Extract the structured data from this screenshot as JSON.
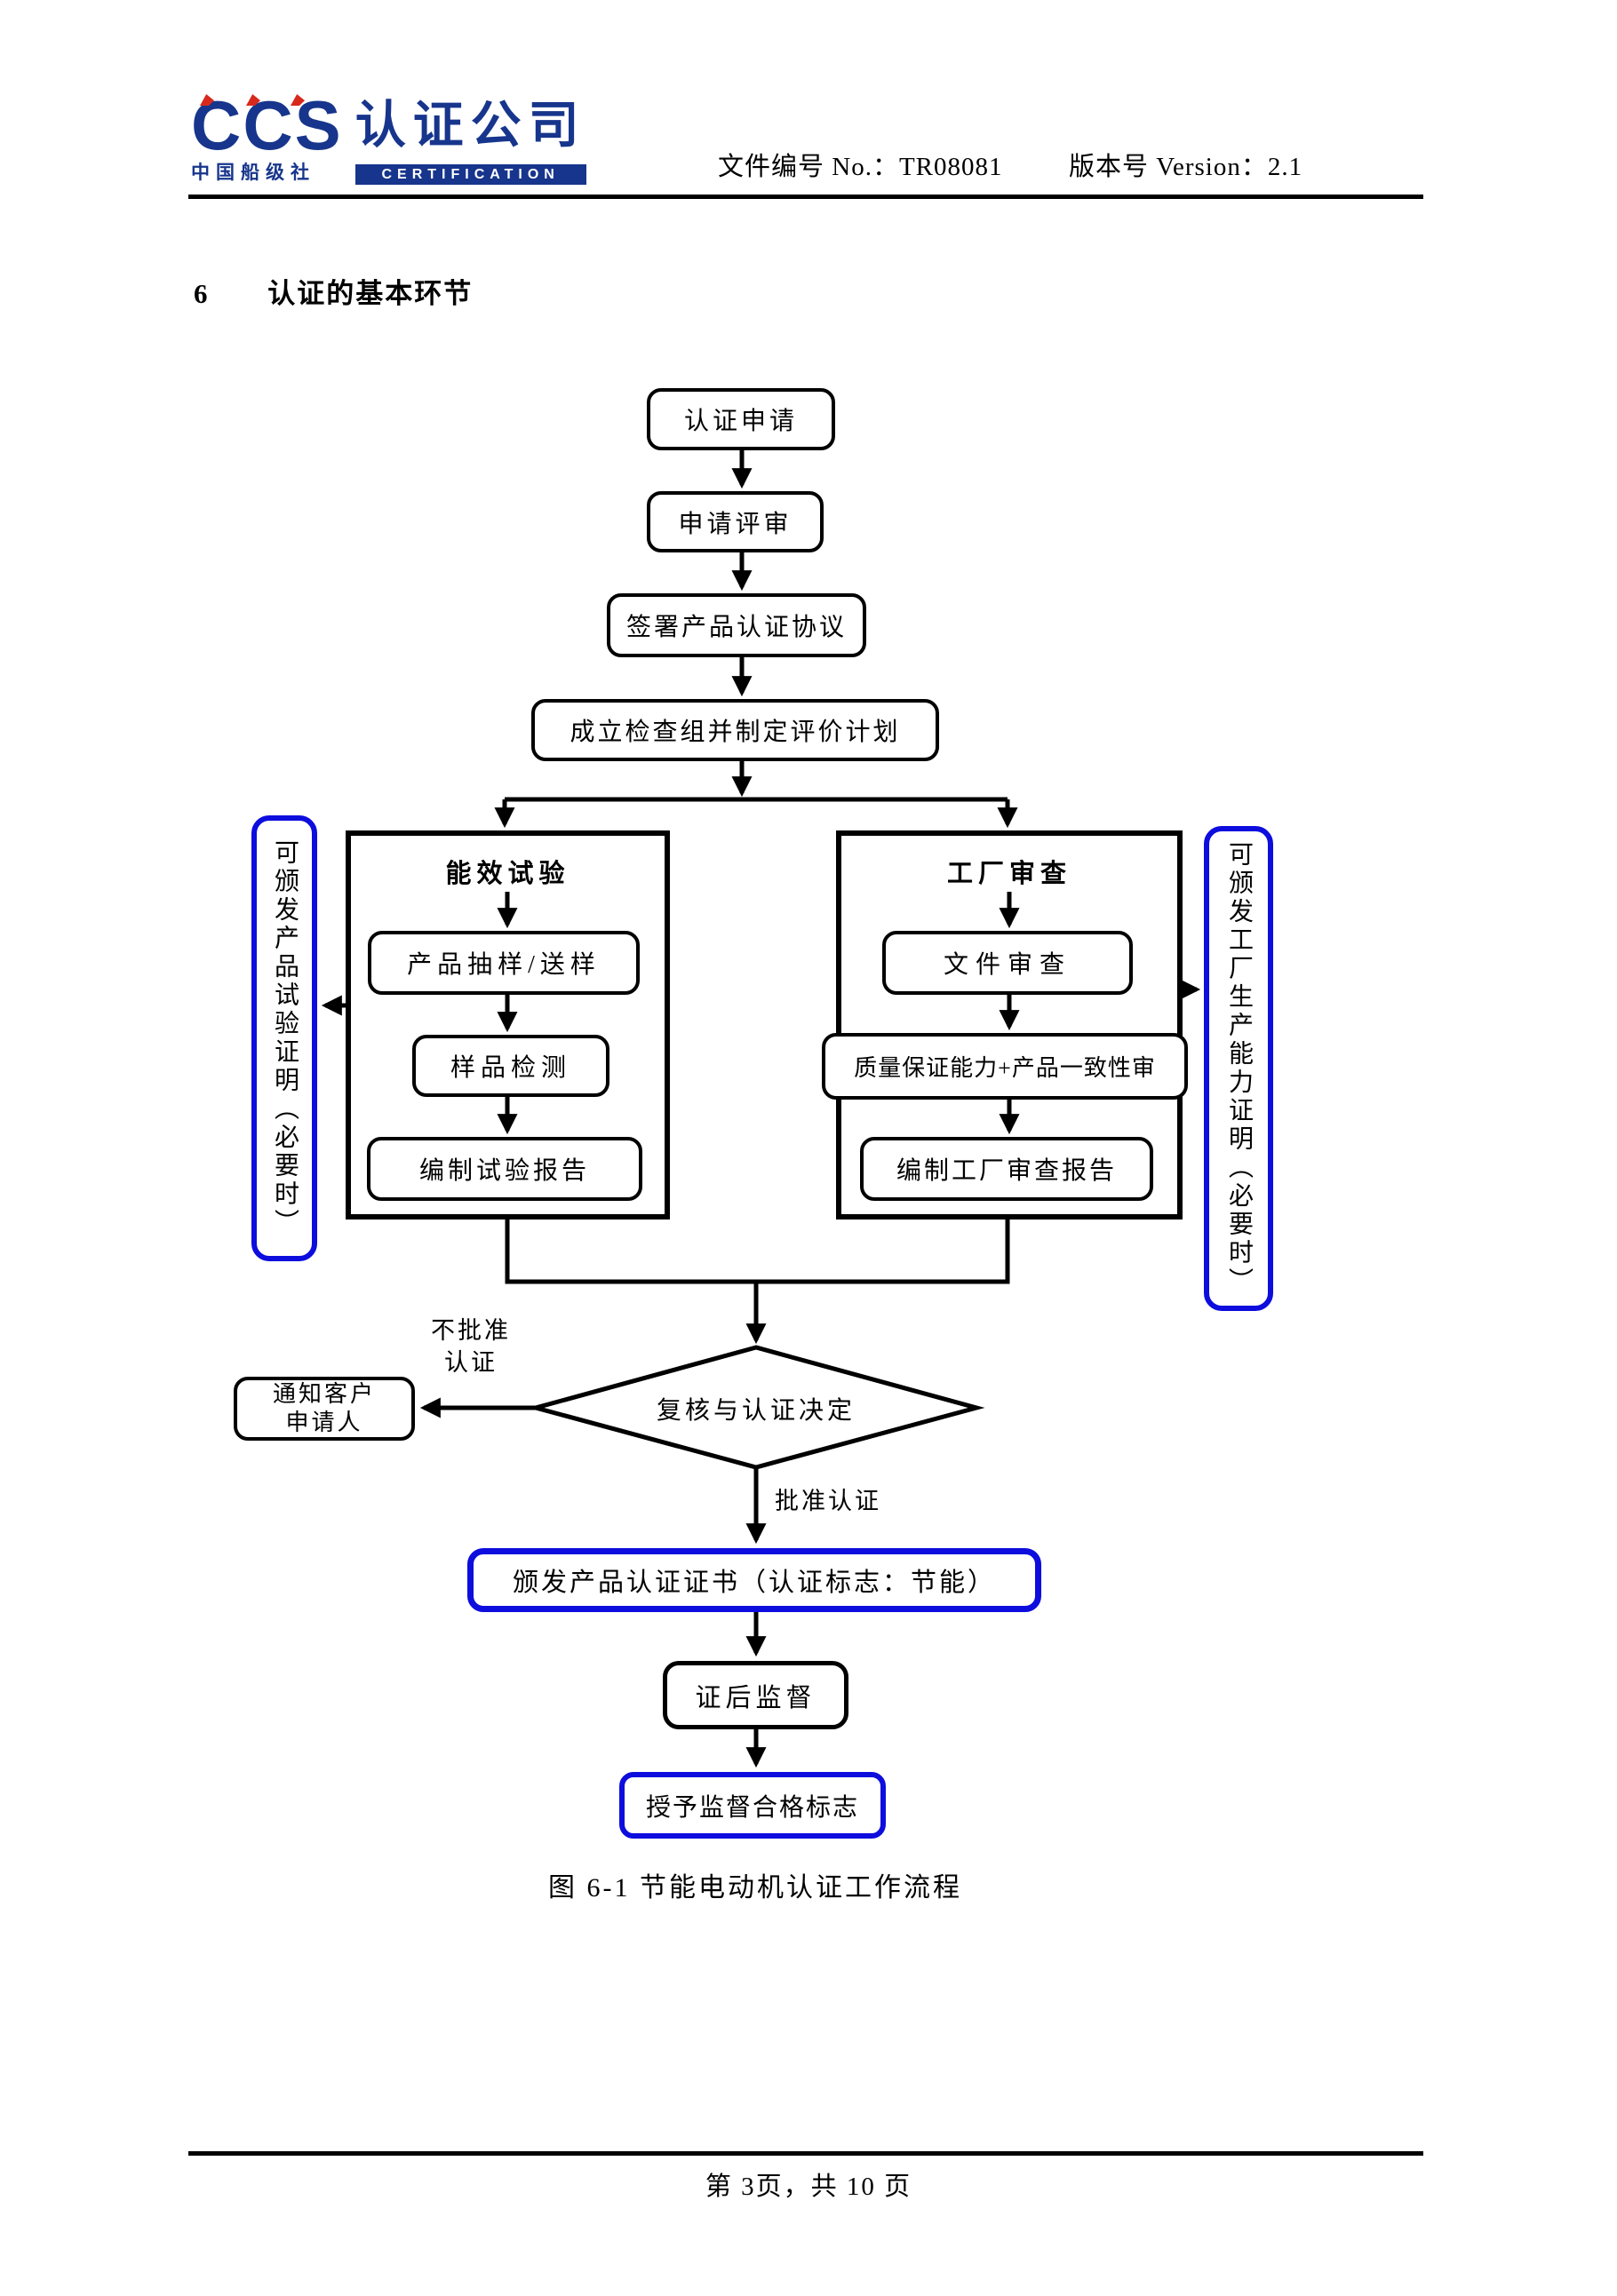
{
  "header": {
    "logo": {
      "ccs": "CCS",
      "name_cn": "认证公司",
      "sub_cn": "中国船级社",
      "sub_en": "CERTIFICATION"
    },
    "doc_no": "文件编号 No.：TR08081",
    "version": "版本号 Version：2.1"
  },
  "section": {
    "number": "6",
    "title": "认证的基本环节"
  },
  "flowchart": {
    "start": "认证申请",
    "application_review": "申请评审",
    "sign_agreement": "签署产品认证协议",
    "setup_team": "成立检查组并制定评价计划",
    "left_branch": {
      "title": "能效试验",
      "step1": "产品抽样/送样",
      "step2": "样品检测",
      "step3": "编制试验报告",
      "note": "可颁发产品试验证明（必要时）"
    },
    "right_branch": {
      "title": "工厂审查",
      "step1": "文件审查",
      "step2": "质量保证能力+产品一致性审",
      "step3": "编制工厂审查报告",
      "note": "可颁发工厂生产能力证明（必要时）"
    },
    "decision": "复核与认证决定",
    "reject_label_line1": "不批准",
    "reject_label_line2": "认证",
    "notify_line1": "通知客户",
    "notify_line2": "申请人",
    "approve_label": "批准认证",
    "issue_certificate": "颁发产品认证证书（认证标志：节能）",
    "post_supervision": "证后监督",
    "grant_mark": "授予监督合格标志",
    "caption": "图 6-1 节能电动机认证工作流程"
  },
  "footer": {
    "page": "第 3页，共 10 页"
  },
  "colors": {
    "logo_blue": "#17358c",
    "logo_red": "#d8291d",
    "accent_blue": "#0d0dde",
    "ink": "#000000"
  }
}
